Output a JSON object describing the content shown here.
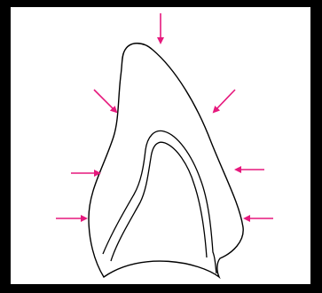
{
  "colors": {
    "background": "#000000",
    "panel": "#ffffff",
    "outline": "#000000",
    "arrow": "#e6197d"
  },
  "diagram": {
    "shape": "tooth-cross-section",
    "arrows": [
      {
        "direction": "down"
      },
      {
        "direction": "down-right"
      },
      {
        "direction": "down-left"
      },
      {
        "direction": "right"
      },
      {
        "direction": "left"
      },
      {
        "direction": "right"
      },
      {
        "direction": "left"
      }
    ]
  }
}
